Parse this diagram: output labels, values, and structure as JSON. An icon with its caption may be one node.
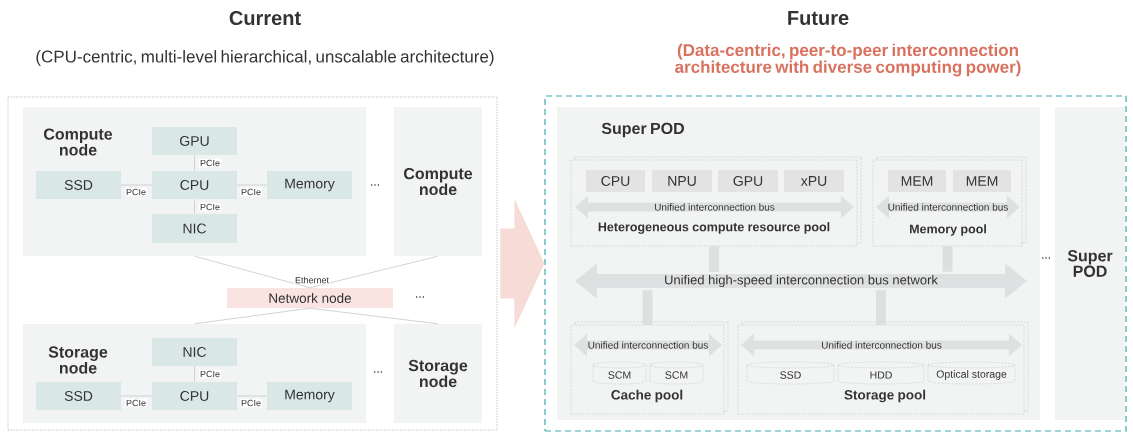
{
  "diagram": {
    "nodes": [
      {
        "text": [
          "Current",
          "(CPU-centric, multi-level hierarchical, unscalable architecture)"
        ]
      },
      {
        "text": [
          "Compute node"
        ],
        "in": 0
      },
      {
        "text": [
          "GPU"
        ],
        "in": 1
      },
      {
        "text": [
          "SSD"
        ],
        "in": 1
      },
      {
        "text": [
          "CPU"
        ],
        "in": 1
      },
      {
        "text": [
          "Memory"
        ],
        "in": 1
      },
      {
        "text": [
          "NIC"
        ],
        "in": 1
      },
      {
        "text": [
          "Compute node"
        ],
        "in": 0
      },
      {
        "text": [
          "Network node"
        ],
        "in": 0
      },
      {
        "text": [
          "Storage node"
        ],
        "in": 0
      },
      {
        "text": [
          "NIC"
        ],
        "in": 9
      },
      {
        "text": [
          "SSD"
        ],
        "in": 9
      },
      {
        "text": [
          "CPU"
        ],
        "in": 9
      },
      {
        "text": [
          "Memory"
        ],
        "in": 9
      },
      {
        "text": [
          "Storage node"
        ],
        "in": 0
      },
      {
        "text": [
          "Future",
          "(Data-centric, peer-to-peer interconnection architecture with diverse computing power)"
        ]
      },
      {
        "text": [
          "Super POD"
        ],
        "in": 15
      },
      {
        "text": [
          "Heterogeneous compute resource pool"
        ],
        "in": 16
      },
      {
        "text": [
          "CPU"
        ],
        "in": 17
      },
      {
        "text": [
          "NPU"
        ],
        "in": 17
      },
      {
        "text": [
          "GPU"
        ],
        "in": 17
      },
      {
        "text": [
          "xPU"
        ],
        "in": 17
      },
      {
        "text": [
          "Memory pool"
        ],
        "in": 16
      },
      {
        "text": [
          "MEM"
        ],
        "in": 22
      },
      {
        "text": [
          "MEM"
        ],
        "in": 22
      },
      {
        "text": [
          "Unified high-speed interconnection bus network"
        ],
        "in": 16
      },
      {
        "text": [
          "Cache pool"
        ],
        "in": 16
      },
      {
        "text": [
          "SCM"
        ],
        "in": 26
      },
      {
        "text": [
          "SCM"
        ],
        "in": 26
      },
      {
        "text": [
          "Storage pool"
        ],
        "in": 16
      },
      {
        "text": [
          "SSD"
        ],
        "in": 29
      },
      {
        "text": [
          "HDD"
        ],
        "in": 29
      },
      {
        "text": [
          "Optical storage"
        ],
        "in": 29
      },
      {
        "text": [
          "Super POD"
        ],
        "in": 15
      },
      {
        "text": [
          "Unified interconnection bus"
        ],
        "in": 17
      },
      {
        "text": [
          "Unified interconnection bus"
        ],
        "in": 22
      },
      {
        "text": [
          "Unified interconnection bus"
        ],
        "in": 26
      },
      {
        "text": [
          "Unified interconnection bus"
        ],
        "in": 29
      }
    ],
    "edges": [
      {
        "from": 4,
        "to": 2,
        "arrow": "none",
        "label": "PCIe"
      },
      {
        "from": 3,
        "to": 4,
        "arrow": "none",
        "label": "PCIe"
      },
      {
        "from": 4,
        "to": 5,
        "arrow": "none",
        "label": "PCIe"
      },
      {
        "from": 4,
        "to": 6,
        "arrow": "none",
        "label": "PCIe"
      },
      {
        "from": 1,
        "to": 8,
        "arrow": "none",
        "label": "Ethernet"
      },
      {
        "from": 7,
        "to": 8,
        "arrow": "none"
      },
      {
        "from": 8,
        "to": 9,
        "arrow": "none"
      },
      {
        "from": 8,
        "to": 14,
        "arrow": "none"
      },
      {
        "from": 10,
        "to": 12,
        "arrow": "none",
        "label": "PCIe"
      },
      {
        "from": 11,
        "to": 12,
        "arrow": "none",
        "label": "PCIe"
      },
      {
        "from": 12,
        "to": 13,
        "arrow": "none",
        "label": "PCIe"
      },
      {
        "from": 0,
        "to": 15,
        "arrow": "to",
        "style": "thick",
        "color": "#f7dbd6"
      },
      {
        "from": 17,
        "to": 25,
        "arrow": "none",
        "style": "thick",
        "color": "#dedfdf"
      },
      {
        "from": 22,
        "to": 25,
        "arrow": "none",
        "style": "thick",
        "color": "#dedfdf"
      },
      {
        "from": 26,
        "to": 25,
        "arrow": "none",
        "style": "thick",
        "color": "#dedfdf"
      },
      {
        "from": 29,
        "to": 25,
        "arrow": "none",
        "style": "thick",
        "color": "#dedfdf"
      }
    ],
    "labels": [
      "...",
      "...",
      "...",
      "..."
    ]
  }
}
